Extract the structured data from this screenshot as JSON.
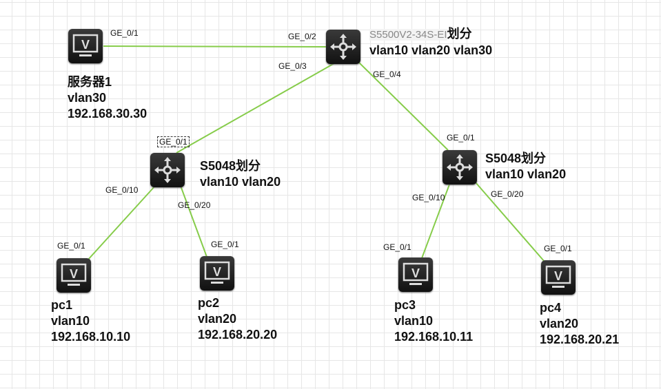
{
  "devices": {
    "server1": {
      "lines": [
        "服务器1",
        "vlan30",
        "192.168.30.30"
      ],
      "port": "GE_0/1"
    },
    "core": {
      "model": "S5500V2-34S-EI",
      "suffix": "划分",
      "line2": "vlan10 vlan20 vlan30",
      "ports": [
        "GE_0/2",
        "GE_0/3",
        "GE_0/4"
      ]
    },
    "sw_left": {
      "lines": [
        "S5048划分",
        "vlan10 vlan20"
      ],
      "ports": [
        "GE_0/1",
        "GE_0/10",
        "GE_0/20"
      ]
    },
    "sw_right": {
      "lines": [
        "S5048划分",
        "vlan10 vlan20"
      ],
      "ports": [
        "GE_0/1",
        "GE_0/10",
        "GE_0/20"
      ]
    },
    "pc1": {
      "lines": [
        "pc1",
        "vlan10",
        "192.168.10.10"
      ],
      "port": "GE_0/1"
    },
    "pc2": {
      "lines": [
        "pc2",
        "vlan20",
        "192.168.20.20"
      ],
      "port": "GE_0/1"
    },
    "pc3": {
      "lines": [
        "pc3",
        "vlan10",
        "192.168.10.11"
      ],
      "port": "GE_0/1"
    },
    "pc4": {
      "lines": [
        "pc4",
        "vlan20",
        "192.168.20.21"
      ],
      "port": "GE_0/1"
    }
  },
  "colors": {
    "link": "#86cc4a",
    "device": "#1e1e1e"
  }
}
